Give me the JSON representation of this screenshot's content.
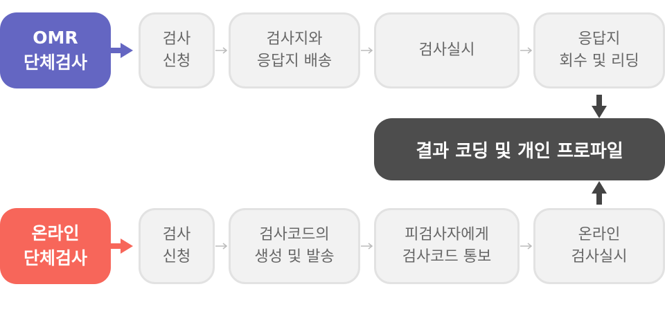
{
  "colors": {
    "omr": "#6466c2",
    "online": "#f7665a",
    "step_bg": "#f2f2f2",
    "step_border": "#e2e2e2",
    "step_text": "#666666",
    "result_bg": "#4d4d4d",
    "arrow": "#444444"
  },
  "omr_flow": {
    "label": "OMR\n단체검사",
    "steps": [
      "검사\n신청",
      "검사지와\n응답지 배송",
      "검사실시",
      "응답지\n회수 및 리딩"
    ]
  },
  "result": {
    "label": "결과 코딩 및 개인 프로파일"
  },
  "online_flow": {
    "label": "온라인\n단체검사",
    "steps": [
      "검사\n신청",
      "검사코드의\n생성 및 발송",
      "피검사자에게\n검사코드 통보",
      "온라인\n검사실시"
    ]
  }
}
